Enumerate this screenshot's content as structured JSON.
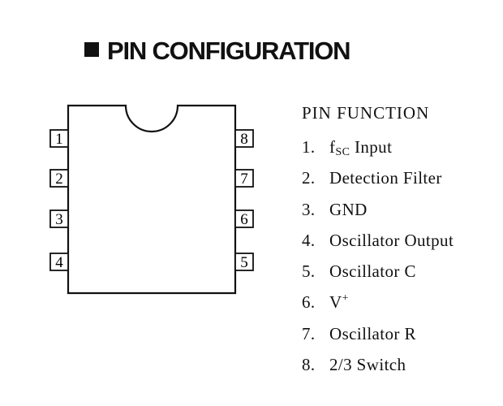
{
  "title": "PIN CONFIGURATION",
  "pin_function_header": "PIN FUNCTION",
  "pins_left": [
    "1",
    "2",
    "3",
    "4"
  ],
  "pins_right": [
    "8",
    "7",
    "6",
    "5"
  ],
  "functions": [
    {
      "index": "1.",
      "text": "f",
      "sub": "SC",
      "rest": " Input"
    },
    {
      "index": "2.",
      "text": "Detection Filter"
    },
    {
      "index": "3.",
      "text": "GND"
    },
    {
      "index": "4.",
      "text": "Oscillator Output"
    },
    {
      "index": "5.",
      "text": "Oscillator C"
    },
    {
      "index": "6.",
      "text": "V",
      "sup": "+"
    },
    {
      "index": "7.",
      "text": "Oscillator R"
    },
    {
      "index": "8.",
      "text": "2/3 Switch"
    }
  ]
}
